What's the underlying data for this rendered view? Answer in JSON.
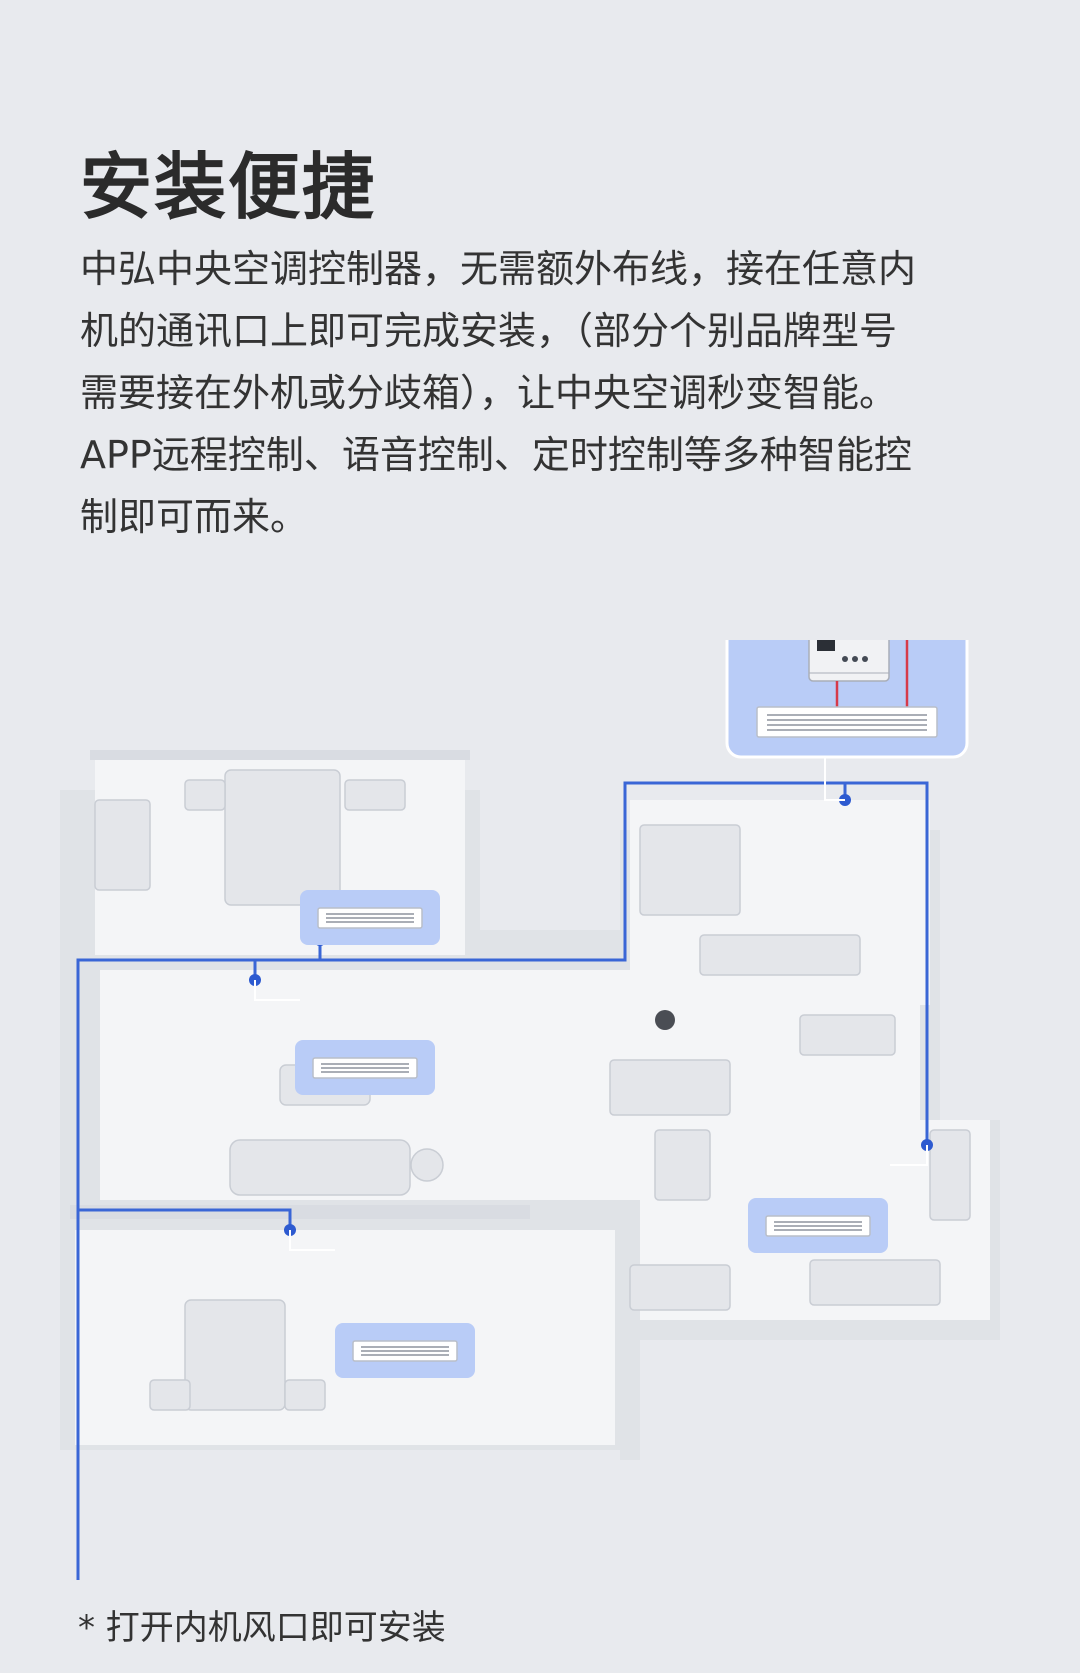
{
  "header": {
    "title": "安装便捷"
  },
  "description": {
    "lines": [
      "中弘中央空调控制器，无需额外布线，接在任意内",
      "机的通讯口上即可完成安装，（部分个别品牌型号",
      "需要接在外机或分歧箱），让中央空调秒变智能。",
      "APP远程控制、语音控制、定时控制等多种智能控",
      "制即可而来。"
    ]
  },
  "footnote": {
    "text": "* 打开内机风口即可安装"
  },
  "colors": {
    "background": "#e8eaee",
    "callout_fill": "#b9ccf7",
    "wire": "#3a66d6",
    "power_wire": "#d63a4a"
  },
  "illustration": {
    "type": "floor-plan",
    "indoor_unit_count": 5,
    "controller_count": 1
  }
}
